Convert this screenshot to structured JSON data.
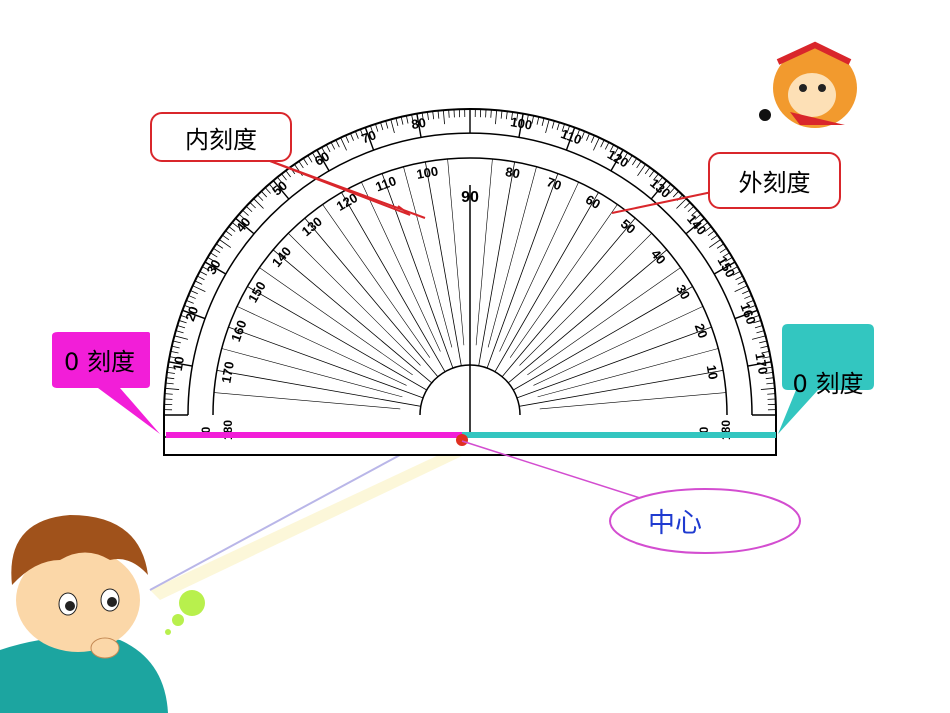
{
  "labels": {
    "inner_scale": "内刻度",
    "outer_scale": "外刻度",
    "zero_left": "0 刻度",
    "zero_right_line1": "0 刻",
    "zero_right_line2": "度",
    "center": "中心"
  },
  "protractor": {
    "top_label": "90",
    "outer_numbers": [
      "10",
      "20",
      "30",
      "40",
      "50",
      "60",
      "70",
      "80",
      "100",
      "110",
      "120",
      "130",
      "140",
      "150",
      "160",
      "170"
    ],
    "inner_numbers": [
      "10",
      "20",
      "30",
      "40",
      "50",
      "60",
      "70",
      "80",
      "100",
      "110",
      "120",
      "130",
      "140",
      "150",
      "160",
      "170"
    ],
    "end_labels": [
      "0",
      "180"
    ]
  },
  "colors": {
    "zero_left_callout": "#f21ed8",
    "zero_right_callout": "#33c6c0",
    "label_border": "#d9262b",
    "center_border": "#d34dd0",
    "center_text": "#1f3bd0",
    "center_dot": "#e03020"
  }
}
